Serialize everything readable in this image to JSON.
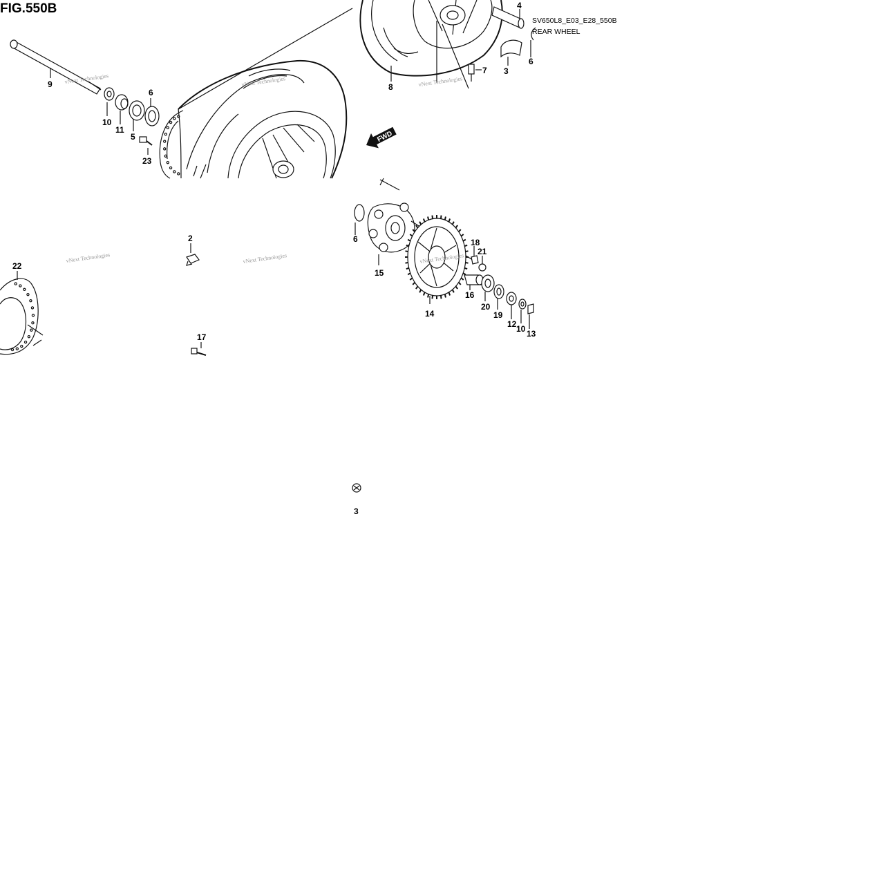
{
  "figure": {
    "title": "FIG.550B",
    "code": "SV650L8_E03_E28_550B",
    "subtitle": "REAR WHEEL",
    "fwd_label": "FWD"
  },
  "watermark": "vNext Technologies",
  "callouts": [
    {
      "id": "4",
      "text": "4"
    },
    {
      "id": "6a",
      "text": "6"
    },
    {
      "id": "9",
      "text": "9"
    },
    {
      "id": "7",
      "text": "7"
    },
    {
      "id": "3",
      "text": "3"
    },
    {
      "id": "8",
      "text": "8"
    },
    {
      "id": "6b",
      "text": "6"
    },
    {
      "id": "10a",
      "text": "10"
    },
    {
      "id": "11",
      "text": "11"
    },
    {
      "id": "5",
      "text": "5"
    },
    {
      "id": "23",
      "text": "23"
    },
    {
      "id": "2",
      "text": "2"
    },
    {
      "id": "22",
      "text": "22"
    },
    {
      "id": "17",
      "text": "17"
    },
    {
      "id": "16a",
      "text": "6"
    },
    {
      "id": "18",
      "text": "18"
    },
    {
      "id": "21",
      "text": "21"
    },
    {
      "id": "15",
      "text": "15"
    },
    {
      "id": "16",
      "text": "16"
    },
    {
      "id": "20",
      "text": "20"
    },
    {
      "id": "19",
      "text": "19"
    },
    {
      "id": "12",
      "text": "12"
    },
    {
      "id": "10b",
      "text": "10"
    },
    {
      "id": "13",
      "text": "13"
    },
    {
      "id": "14",
      "text": "14"
    },
    {
      "id": "3b",
      "text": "3"
    }
  ]
}
